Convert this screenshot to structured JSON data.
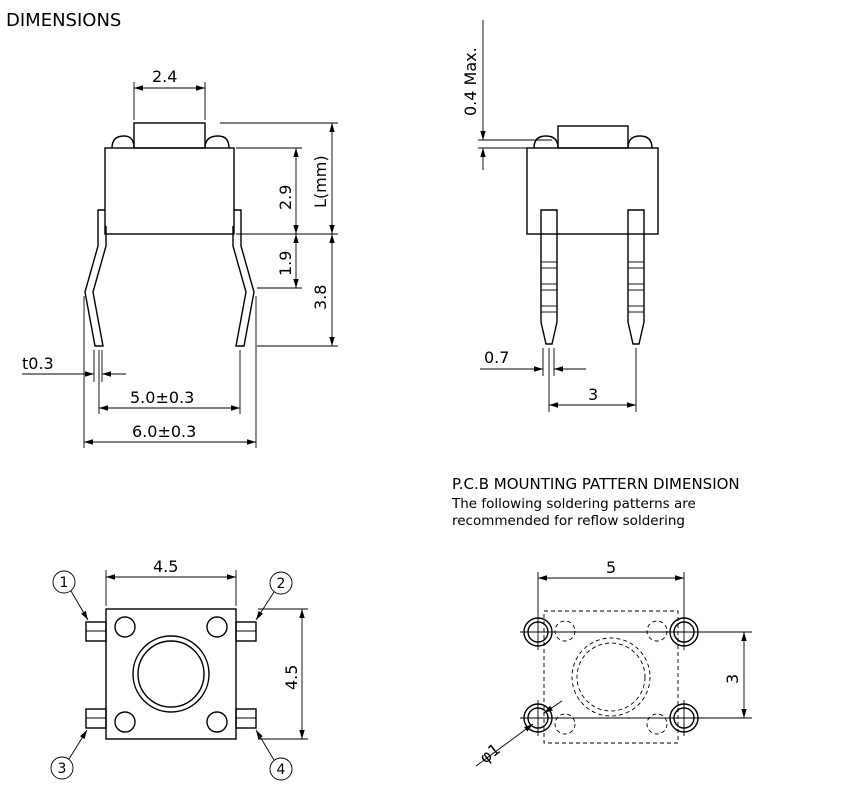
{
  "titles": {
    "main": "DIMENSIONS",
    "pcb_title": "P.C.B MOUNTING PATTERN DIMENSION",
    "pcb_note_1": "The following soldering patterns are",
    "pcb_note_2": "recommended for reflow soldering"
  },
  "side_view": {
    "dim_top_width": "2.4",
    "dim_body_height": "2.9",
    "dim_lead_bend": "1.9",
    "dim_lead_length": "3.8",
    "dim_total_height": "L(mm)",
    "dim_lead_thickness": "t0.3",
    "dim_lead_spacing": "5.0±0.3",
    "dim_outer_width": "6.0±0.3"
  },
  "front_view": {
    "dim_max_height": "0.4 Max.",
    "dim_pin_width": "0.7",
    "dim_pin_pitch": "3"
  },
  "top_view": {
    "dim_width": "4.5",
    "dim_height": "4.5",
    "pin_labels": [
      "1",
      "2",
      "3",
      "4"
    ]
  },
  "pcb_pattern": {
    "dim_x_pitch": "5",
    "dim_y_pitch": "3",
    "dim_pad_diameter": "φ1"
  }
}
